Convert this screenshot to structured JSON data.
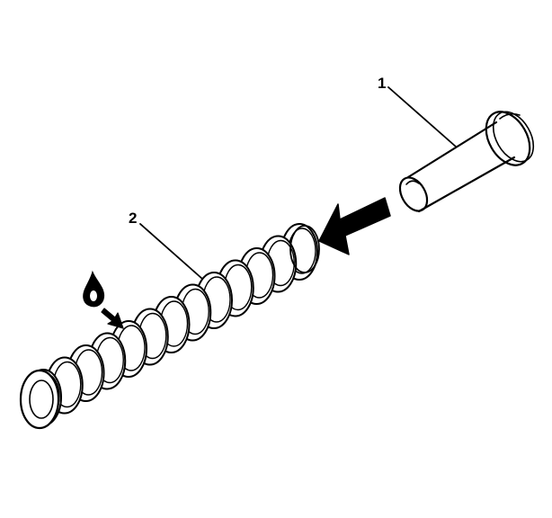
{
  "callouts": [
    {
      "label": "1",
      "target": "sleeve"
    },
    {
      "label": "2",
      "target": "coil-spring"
    }
  ],
  "icons": {
    "lubricant": "oil-drop-icon",
    "direction": "install-direction-arrow-icon",
    "apply_point": "lubricate-point-arrow-icon"
  },
  "colors": {
    "ink": "#000000",
    "paper": "#ffffff",
    "fill_dark": "#000000"
  }
}
